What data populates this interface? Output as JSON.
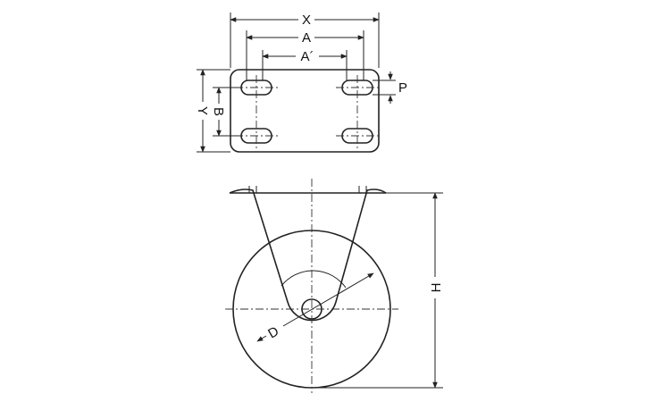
{
  "labels": {
    "x": "X",
    "a": "A",
    "a_prime": "A´",
    "p": "P",
    "y": "Y",
    "b": "B",
    "h": "H",
    "d": "D"
  }
}
